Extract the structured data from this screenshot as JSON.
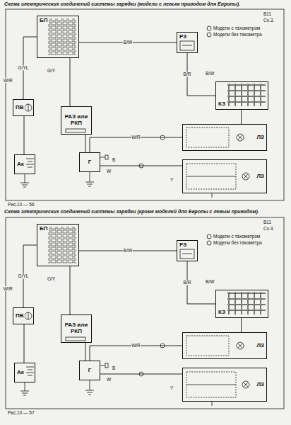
{
  "diagram": {
    "title": "Схема электрических соединений системы зарядки (модели с левым приводом для Европы).",
    "nodes": [
      {
        "text": [
          "БП"
        ]
      },
      {
        "text": [
          "РЗ"
        ]
      },
      {
        "text": [
          "КЗ"
        ]
      },
      {
        "text": [
          "ПВ"
        ]
      },
      {
        "text": [
          "Ак"
        ]
      },
      {
        "text": [
          "РАЗ или РКП"
        ]
      },
      {
        "text": [
          "Г"
        ]
      },
      {
        "text": [
          "ЛЗ"
        ]
      },
      {
        "text": [
          "ЛЗ"
        ]
      },
      {
        "text": [
          "БП"
        ]
      },
      {
        "text": [
          "РЗ"
        ]
      },
      {
        "text": [
          "КЗ"
        ]
      },
      {
        "text": [
          "ПВ"
        ]
      },
      {
        "text": [
          "Ак"
        ]
      },
      {
        "text": [
          "РАЗ или РКП"
        ]
      },
      {
        "text": [
          "Г"
        ]
      },
      {
        "text": [
          "ЛЗ"
        ]
      },
      {
        "text": [
          "ЛЗ"
        ]
      }
    ],
    "edges": [
      {
        "from": 0,
        "to": 1,
        "arrow": "none",
        "label": "B/W"
      },
      {
        "from": 0,
        "to": 3,
        "arrow": "none",
        "label": "G/YL"
      },
      {
        "from": 3,
        "to": 4,
        "arrow": "none"
      },
      {
        "from": 1,
        "to": 2,
        "arrow": "none",
        "label": "B/R"
      },
      {
        "from": 0,
        "to": 5,
        "arrow": "none"
      },
      {
        "from": 5,
        "to": 6,
        "arrow": "none"
      },
      {
        "from": 6,
        "to": 7,
        "arrow": "none",
        "label": "W/R"
      },
      {
        "from": 6,
        "to": 8,
        "arrow": "none"
      },
      {
        "from": 2,
        "to": 7,
        "arrow": "none"
      },
      {
        "from": 9,
        "to": 10,
        "arrow": "none",
        "label": "B/W"
      },
      {
        "from": 9,
        "to": 12,
        "arrow": "none",
        "label": "G/YL"
      },
      {
        "from": 12,
        "to": 13,
        "arrow": "none"
      },
      {
        "from": 10,
        "to": 11,
        "arrow": "none",
        "label": "B/R"
      },
      {
        "from": 9,
        "to": 14,
        "arrow": "none"
      },
      {
        "from": 14,
        "to": 15,
        "arrow": "none"
      },
      {
        "from": 15,
        "to": 16,
        "arrow": "none",
        "label": "W/R"
      },
      {
        "from": 15,
        "to": 17,
        "arrow": "none"
      },
      {
        "from": 11,
        "to": 16,
        "arrow": "none"
      }
    ],
    "labels": [
      "B11",
      "Сх.3.",
      "G/Y",
      "B",
      "W",
      "Y",
      "B/W",
      "W/R",
      "Рис.10 — 56",
      "Схема электрических соединений системы зарядки (кроме моделей для Европы с левым приводом).",
      "B11",
      "Сх.4.",
      "G/Y",
      "B",
      "W",
      "Y",
      "B/W",
      "W/R",
      "Рис.10 — 57"
    ],
    "legend": [
      {
        "text": "Модели с тахометром"
      },
      {
        "text": "Модели без тахометра"
      },
      {
        "text": "Модели с тахометром"
      },
      {
        "text": "Модели без тахометра"
      }
    ]
  }
}
